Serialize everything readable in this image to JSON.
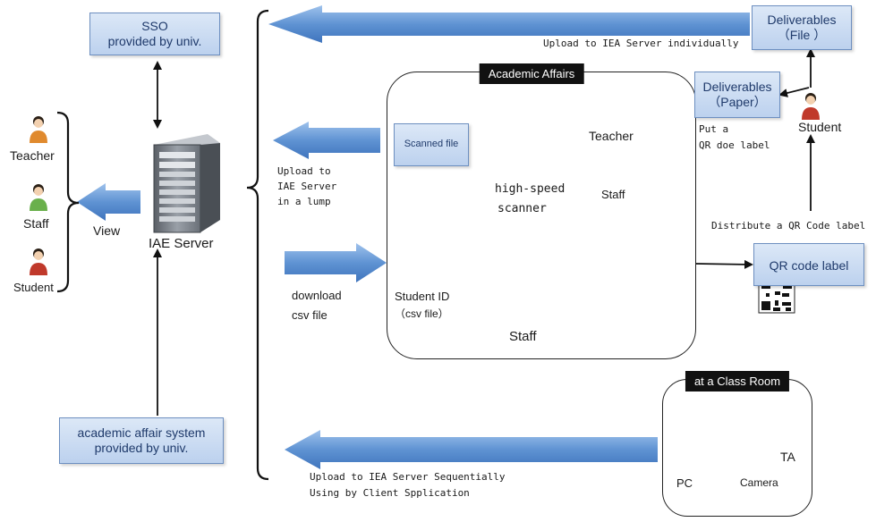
{
  "boxes": {
    "sso": [
      "SSO",
      "provided by univ."
    ],
    "academic_system": [
      "academic affair system",
      "provided by univ."
    ],
    "deliverables_file": [
      "Deliverables",
      "（File ）"
    ],
    "deliverables_paper": [
      "Deliverables",
      "（Paper）"
    ],
    "scanned_file": "Scanned file",
    "qr_code_label": "QR code label"
  },
  "regions": {
    "academic_affairs": "Academic Affairs",
    "class_room": "at a Class Room"
  },
  "actors": {
    "left_teacher": "Teacher",
    "left_staff": "Staff",
    "left_student": "Student",
    "server": "IAE Server",
    "aa_teacher": "Teacher",
    "aa_staff_top": "Staff",
    "aa_staff_bottom": "Staff",
    "right_student": "Student",
    "ta": "TA",
    "pc": "PC",
    "camera": "Camera"
  },
  "labels": {
    "view": "View",
    "upload_individually": "Upload to IEA Server individually",
    "upload_lump": [
      "Upload to",
      "IAE Server",
      "in a lump"
    ],
    "download_csv": [
      "download",
      "csv file"
    ],
    "put_qr": [
      "Put a",
      "QR doe label"
    ],
    "distribute_qr": "Distribute a QR Code label",
    "high_speed_scanner": [
      "high-speed",
      "scanner"
    ],
    "student_id": [
      "Student ID",
      "（csv file）"
    ],
    "upload_sequential": [
      "Upload to IEA Server Sequentially",
      "Using by Client Spplication"
    ]
  },
  "colors": {
    "box_fill_top": "#dce8f7",
    "box_fill_bottom": "#bcd1ee",
    "big_arrow": "#6b9ad4",
    "person_orange": "#e08a2e",
    "person_green": "#6ab04c",
    "person_red": "#c0392b"
  }
}
